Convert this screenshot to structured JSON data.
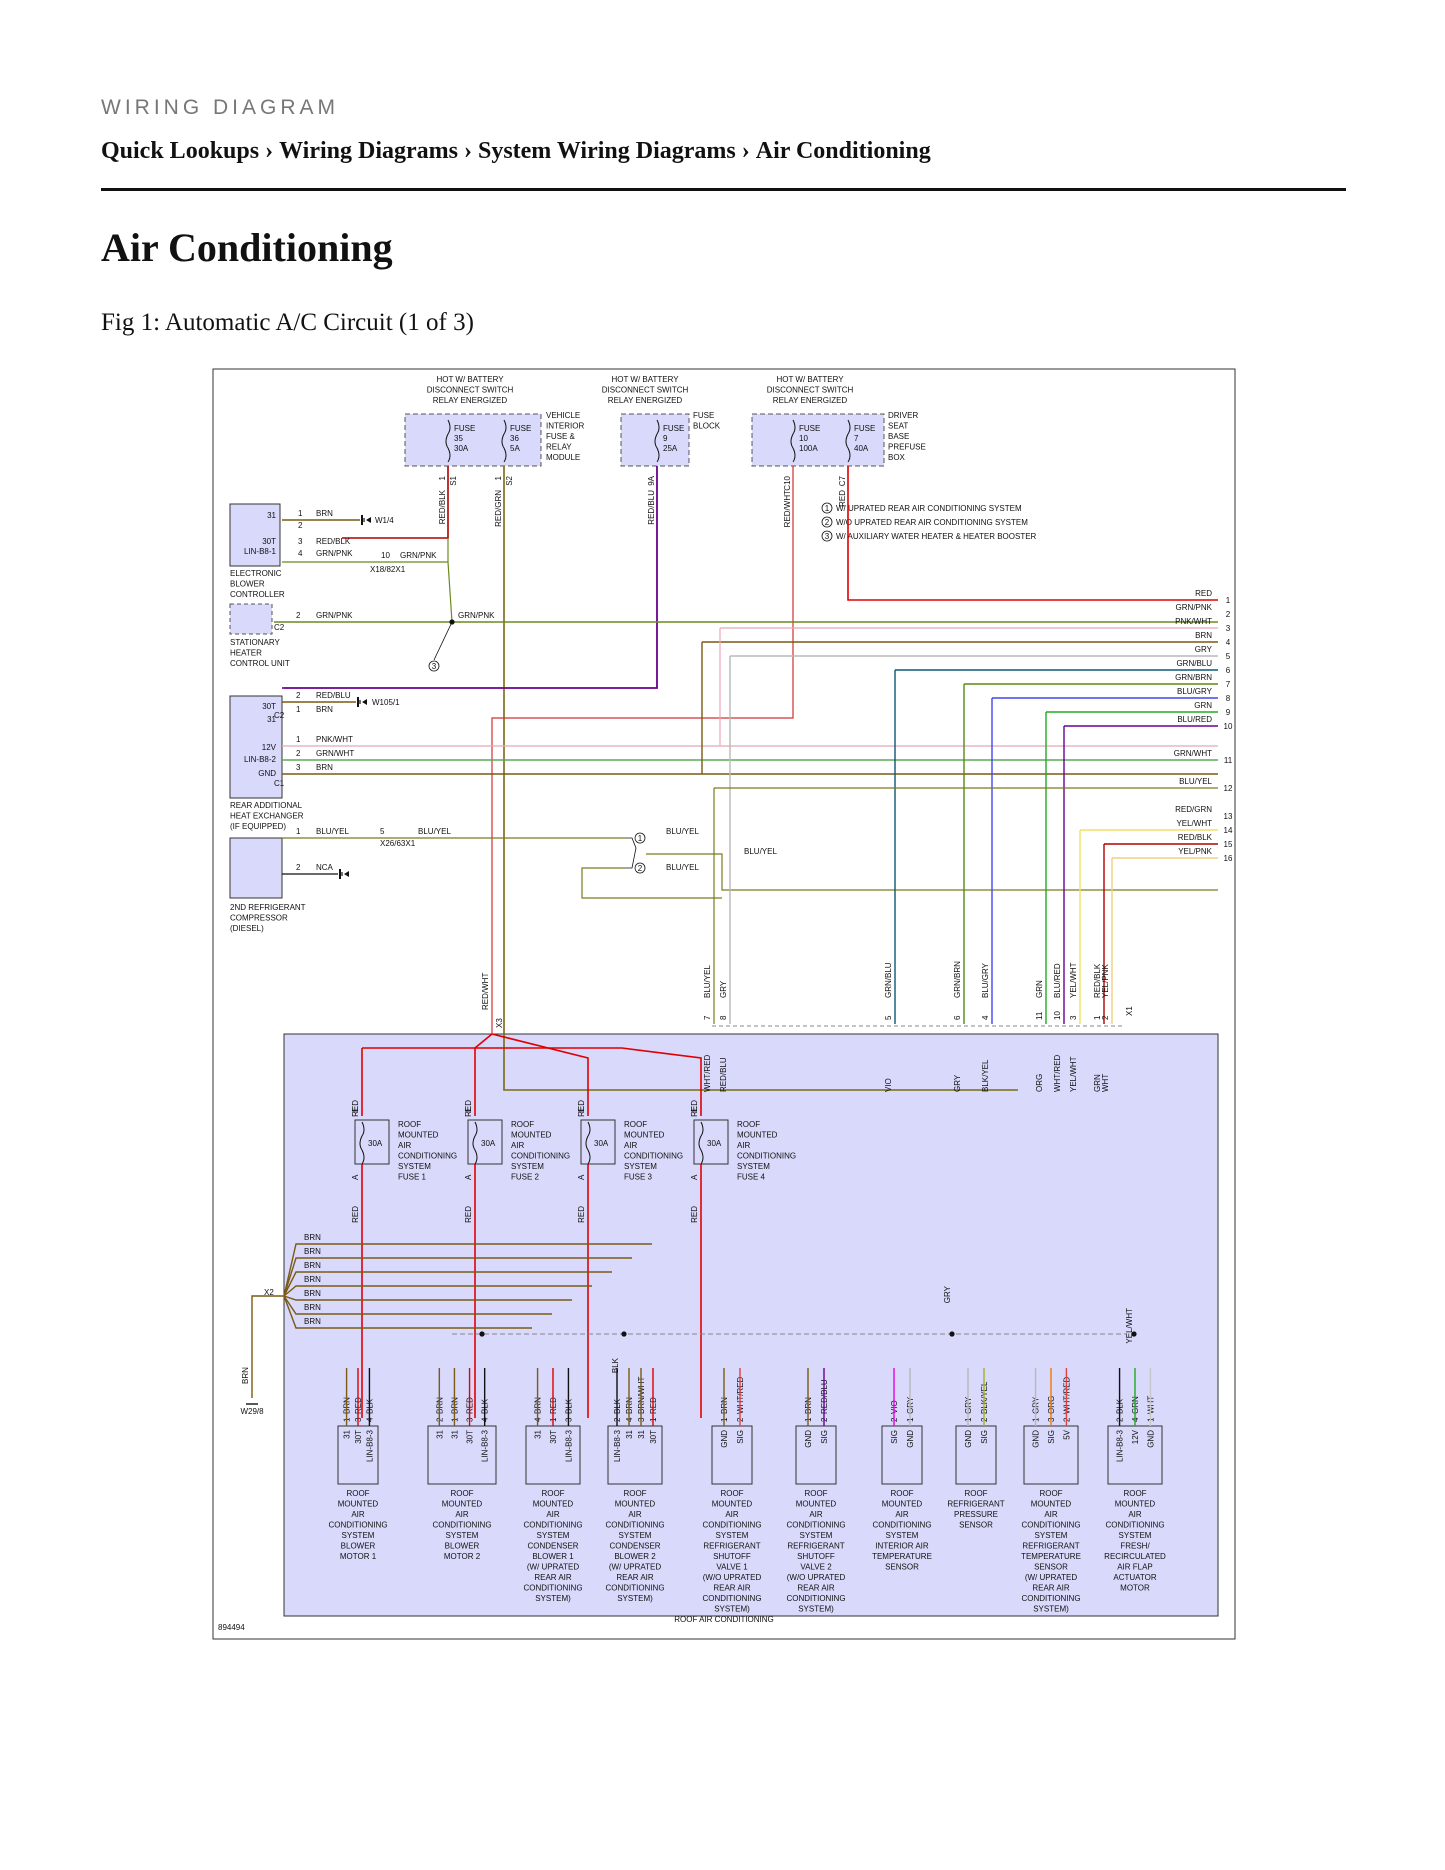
{
  "header": {
    "kicker": "WIRING DIAGRAM",
    "breadcrumb": [
      "Quick Lookups",
      "Wiring Diagrams",
      "System Wiring Diagrams",
      "Air Conditioning"
    ],
    "breadcrumb_sep": "›"
  },
  "page_title": "Air Conditioning",
  "figure_caption": "Fig 1: Automatic A/C Circuit (1 of 3)",
  "diagram": {
    "fig_id": "894494",
    "footer_label": "ROOF AIR CONDITIONING",
    "notes": [
      {
        "num": "1",
        "text": "W/ UPRATED REAR AIR CONDITIONING SYSTEM"
      },
      {
        "num": "2",
        "text": "W/O UPRATED REAR AIR CONDITIONING SYSTEM"
      },
      {
        "num": "3",
        "text": "W/ AUXILIARY WATER HEATER & HEATER BOOSTER"
      }
    ],
    "hot_label": [
      "HOT W/ BATTERY",
      "DISCONNECT SWITCH",
      "RELAY ENERGIZED"
    ],
    "fuse_groups": [
      {
        "label": [
          "VEHICLE",
          "INTERIOR",
          "FUSE &",
          "RELAY",
          "MODULE"
        ],
        "fuses": [
          {
            "name": "FUSE",
            "num": "35",
            "amps": "30A",
            "pin": "1",
            "conn": "S1",
            "wire": "RED/BLK"
          },
          {
            "name": "FUSE",
            "num": "36",
            "amps": "5A",
            "pin": "1",
            "conn": "S2",
            "wire": "RED/GRN"
          }
        ]
      },
      {
        "label": [
          "FUSE",
          "BLOCK"
        ],
        "fuses": [
          {
            "name": "FUSE",
            "num": "9",
            "amps": "25A",
            "pin": "9A",
            "conn": "",
            "wire": "RED/BLU"
          }
        ]
      },
      {
        "label": [
          "DRIVER",
          "SEAT",
          "BASE",
          "PREFUSE",
          "BOX"
        ],
        "fuses": [
          {
            "name": "FUSE",
            "num": "10",
            "amps": "100A",
            "pin": "C10",
            "conn": "",
            "wire": "RED/WHT"
          },
          {
            "name": "FUSE",
            "num": "7",
            "amps": "40A",
            "pin": "C7",
            "conn": "",
            "wire": "RED"
          }
        ]
      }
    ],
    "left_components": [
      {
        "label": [
          "ELECTRONIC",
          "BLOWER",
          "CONTROLLER"
        ],
        "pins": [
          "31",
          "30T",
          "LIN-B8-1"
        ]
      },
      {
        "label": [
          "STATIONARY",
          "HEATER",
          "CONTROL UNIT"
        ],
        "pins": []
      },
      {
        "label": [
          "REAR ADDITIONAL",
          "HEAT EXCHANGER",
          "(IF EQUIPPED)"
        ],
        "pins": [
          "30T",
          "31",
          "12V",
          "LIN-B8-2",
          "GND"
        ]
      },
      {
        "label": [
          "2ND REFRIGERANT",
          "COMPRESSOR",
          "(DIESEL)"
        ],
        "pins": []
      }
    ],
    "left_wires": [
      {
        "pin": "1",
        "color": "BRN"
      },
      {
        "pin": "2",
        "color": ""
      },
      {
        "pin": "3",
        "color": "RED/BLK"
      },
      {
        "pin": "4",
        "color": "GRN/PNK"
      },
      {
        "pin": "10",
        "color": "GRN/PNK"
      },
      {
        "pin": "2",
        "color": "GRN/PNK"
      },
      {
        "pin": "",
        "color": "GRN/PNK"
      },
      {
        "pin": "2",
        "color": "RED/BLU"
      },
      {
        "pin": "1",
        "color": "BRN"
      },
      {
        "pin": "1",
        "color": "PNK/WHT"
      },
      {
        "pin": "2",
        "color": "GRN/WHT"
      },
      {
        "pin": "3",
        "color": "BRN"
      },
      {
        "pin": "1",
        "color": "BLU/YEL"
      },
      {
        "pin": "5",
        "color": "BLU/YEL"
      },
      {
        "pin": "2",
        "color": "NCA"
      },
      {
        "pin": "",
        "color": "BLU/YEL"
      },
      {
        "pin": "",
        "color": "BLU/YEL"
      },
      {
        "pin": "",
        "color": "BLU/YEL"
      }
    ],
    "grounds": [
      "W1/4",
      "W105/1",
      "W29/8"
    ],
    "connectors": [
      "X18/82X1",
      "C2",
      "C2",
      "C1",
      "X26/63X1",
      "X3",
      "X1",
      "X2"
    ],
    "right_bus": [
      {
        "num": "1",
        "color": "RED"
      },
      {
        "num": "2",
        "color": "GRN/PNK"
      },
      {
        "num": "3",
        "color": "PNK/WHT"
      },
      {
        "num": "4",
        "color": "BRN"
      },
      {
        "num": "5",
        "color": "GRY"
      },
      {
        "num": "6",
        "color": "GRN/BLU"
      },
      {
        "num": "7",
        "color": "GRN/BRN"
      },
      {
        "num": "8",
        "color": "BLU/GRY"
      },
      {
        "num": "9",
        "color": "GRN"
      },
      {
        "num": "10",
        "color": "BLU/RED"
      },
      {
        "num": "11",
        "color": "GRN/WHT"
      },
      {
        "num": "12",
        "color": "BLU/YEL"
      },
      {
        "num": "13",
        "color": "RED/GRN"
      },
      {
        "num": "14",
        "color": "YEL/WHT"
      },
      {
        "num": "15",
        "color": "RED/BLK"
      },
      {
        "num": "16",
        "color": "YEL/PNK"
      }
    ],
    "x1_pins": [
      {
        "pin": "7",
        "color": "BLU/YEL"
      },
      {
        "pin": "8",
        "color": "GRY"
      },
      {
        "pin": "5",
        "color": "GRN/BLU"
      },
      {
        "pin": "6",
        "color": "GRN/BRN"
      },
      {
        "pin": "4",
        "color": "BLU/GRY"
      },
      {
        "pin": "11",
        "color": "GRN"
      },
      {
        "pin": "10",
        "color": "BLU/RED"
      },
      {
        "pin": "3",
        "color": "YEL/WHT"
      },
      {
        "pin": "1",
        "color": "RED/BLK"
      },
      {
        "pin": "2",
        "color": "YEL/PNK"
      }
    ],
    "x3_wire": "RED/WHT",
    "roof_fuses": [
      {
        "amps": "30A",
        "label": [
          "ROOF",
          "MOUNTED",
          "AIR",
          "CONDITIONING",
          "SYSTEM",
          "FUSE 1"
        ]
      },
      {
        "amps": "30A",
        "label": [
          "ROOF",
          "MOUNTED",
          "AIR",
          "CONDITIONING",
          "SYSTEM",
          "FUSE 2"
        ]
      },
      {
        "amps": "30A",
        "label": [
          "ROOF",
          "MOUNTED",
          "AIR",
          "CONDITIONING",
          "SYSTEM",
          "FUSE 3"
        ]
      },
      {
        "amps": "30A",
        "label": [
          "ROOF",
          "MOUNTED",
          "AIR",
          "CONDITIONING",
          "SYSTEM",
          "FUSE 4"
        ]
      }
    ],
    "fuse_pin_top": "E",
    "fuse_pin_bottom": "A",
    "fuse_wire": "RED",
    "inner_wires_top": [
      "WHT/RED",
      "RED/BLU",
      "VIO",
      "GRY",
      "BLK/YEL",
      "ORG",
      "WHT/RED",
      "YEL/WHT",
      "GRN",
      "WHT"
    ],
    "brn_bus": [
      "BRN",
      "BRN",
      "BRN",
      "BRN",
      "BRN",
      "BRN",
      "BRN"
    ],
    "mid_labels": [
      "BLK",
      "GRY",
      "YEL/WHT",
      "BRN"
    ],
    "components": [
      {
        "pins": [
          "31",
          "30T",
          "LIN-B8-3"
        ],
        "wires": [
          {
            "n": "1",
            "c": "BRN"
          },
          {
            "n": "3",
            "c": "RED"
          },
          {
            "n": "4",
            "c": "BLK"
          }
        ],
        "label": [
          "ROOF",
          "MOUNTED",
          "AIR",
          "CONDITIONING",
          "SYSTEM",
          "BLOWER",
          "MOTOR 1"
        ]
      },
      {
        "pins": [
          "31",
          "31",
          "30T",
          "LIN-B8-3"
        ],
        "wires": [
          {
            "n": "2",
            "c": "BRN"
          },
          {
            "n": "1",
            "c": "BRN"
          },
          {
            "n": "3",
            "c": "RED"
          },
          {
            "n": "4",
            "c": "BLK"
          }
        ],
        "label": [
          "ROOF",
          "MOUNTED",
          "AIR",
          "CONDITIONING",
          "SYSTEM",
          "BLOWER",
          "MOTOR 2"
        ]
      },
      {
        "pins": [
          "31",
          "30T",
          "LIN-B8-3"
        ],
        "wires": [
          {
            "n": "4",
            "c": "BRN"
          },
          {
            "n": "1",
            "c": "RED"
          },
          {
            "n": "3",
            "c": "BLK"
          }
        ],
        "label": [
          "ROOF",
          "MOUNTED",
          "AIR",
          "CONDITIONING",
          "SYSTEM",
          "CONDENSER",
          "BLOWER 1",
          "(W/ UPRATED",
          "REAR AIR",
          "CONDITIONING",
          "SYSTEM)"
        ]
      },
      {
        "pins": [
          "LIN-B8-3",
          "31",
          "31",
          "30T"
        ],
        "wires": [
          {
            "n": "2",
            "c": "BLK"
          },
          {
            "n": "4",
            "c": "BRN"
          },
          {
            "n": "3",
            "c": "BRN/WHT"
          },
          {
            "n": "1",
            "c": "RED"
          }
        ],
        "label": [
          "ROOF",
          "MOUNTED",
          "AIR",
          "CONDITIONING",
          "SYSTEM",
          "CONDENSER",
          "BLOWER 2",
          "(W/ UPRATED",
          "REAR AIR",
          "CONDITIONING",
          "SYSTEM)"
        ]
      },
      {
        "pins": [
          "GND",
          "SIG"
        ],
        "wires": [
          {
            "n": "1",
            "c": "BRN"
          },
          {
            "n": "2",
            "c": "WHT/RED"
          }
        ],
        "label": [
          "ROOF",
          "MOUNTED",
          "AIR",
          "CONDITIONING",
          "SYSTEM",
          "REFRIGERANT",
          "SHUTOFF",
          "VALVE 1",
          "(W/O UPRATED",
          "REAR AIR",
          "CONDITIONING",
          "SYSTEM)"
        ]
      },
      {
        "pins": [
          "GND",
          "SIG"
        ],
        "wires": [
          {
            "n": "1",
            "c": "BRN"
          },
          {
            "n": "2",
            "c": "RED/BLU"
          }
        ],
        "label": [
          "ROOF",
          "MOUNTED",
          "AIR",
          "CONDITIONING",
          "SYSTEM",
          "REFRIGERANT",
          "SHUTOFF",
          "VALVE 2",
          "(W/O UPRATED",
          "REAR AIR",
          "CONDITIONING",
          "SYSTEM)"
        ]
      },
      {
        "pins": [
          "SIG",
          "GND"
        ],
        "wires": [
          {
            "n": "2",
            "c": "VIO"
          },
          {
            "n": "1",
            "c": "GRY"
          }
        ],
        "label": [
          "ROOF",
          "MOUNTED",
          "AIR",
          "CONDITIONING",
          "SYSTEM",
          "INTERIOR AIR",
          "TEMPERATURE",
          "SENSOR"
        ]
      },
      {
        "pins": [
          "GND",
          "SIG"
        ],
        "wires": [
          {
            "n": "1",
            "c": "GRY"
          },
          {
            "n": "2",
            "c": "BLK/YEL"
          }
        ],
        "label": [
          "ROOF",
          "REFRIGERANT",
          "PRESSURE",
          "SENSOR"
        ]
      },
      {
        "pins": [
          "GND",
          "SIG",
          "5V"
        ],
        "wires": [
          {
            "n": "1",
            "c": "GRY"
          },
          {
            "n": "3",
            "c": "ORG"
          },
          {
            "n": "2",
            "c": "WHT/RED"
          }
        ],
        "label": [
          "ROOF",
          "MOUNTED",
          "AIR",
          "CONDITIONING",
          "SYSTEM",
          "REFRIGERANT",
          "TEMPERATURE",
          "SENSOR",
          "(W/ UPRATED",
          "REAR AIR",
          "CONDITIONING",
          "SYSTEM)"
        ]
      },
      {
        "pins": [
          "LIN-B8-3",
          "12V",
          "GND"
        ],
        "wires": [
          {
            "n": "2",
            "c": "BLK"
          },
          {
            "n": "4",
            "c": "GRN"
          },
          {
            "n": "1",
            "c": "WHT"
          }
        ],
        "label": [
          "ROOF",
          "MOUNTED",
          "AIR",
          "CONDITIONING",
          "SYSTEM",
          "FRESH/",
          "RECIRCULATED",
          "AIR FLAP",
          "ACTUATOR",
          "MOTOR"
        ]
      }
    ]
  }
}
